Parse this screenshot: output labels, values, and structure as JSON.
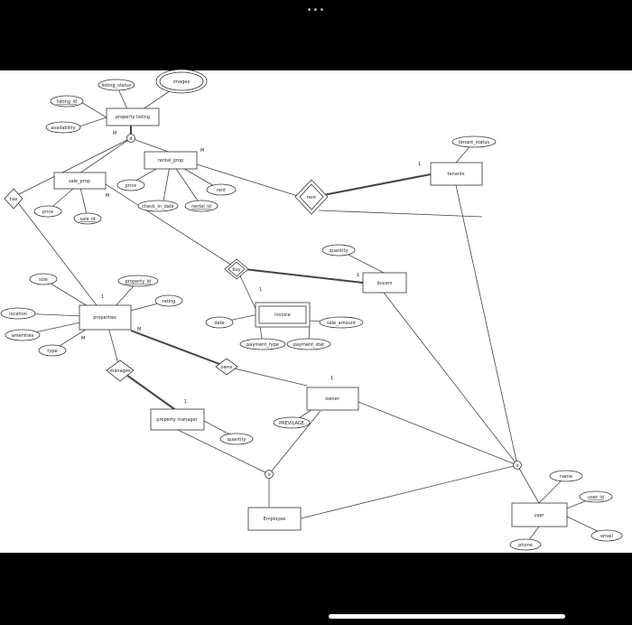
{
  "header": {
    "dots": "•••"
  },
  "entities": {
    "property_listing": "property listing",
    "rental_prop": "rental_prop",
    "sale_prop": "sale_prop",
    "tenants": "tenants",
    "buyers": "buyers",
    "properties": "properties",
    "invoice": "invoice",
    "owner": "owner",
    "property_manager": "property manager",
    "employee": "Employee",
    "user": "user"
  },
  "relationships": {
    "has": "has",
    "rent": "rent",
    "buy": "buy",
    "manages": "manages",
    "owns": "owns"
  },
  "attributes": {
    "listing_status": "listing_status",
    "images": "images",
    "listing_id": "listing_id",
    "availability": "availability",
    "tenant_status": "tenant_status",
    "sale_price": "price",
    "sale_id": "sale_id",
    "rental_price": "price",
    "check_in_date": "check_in_date",
    "rental_id": "rental_id",
    "rent_attr": "rent",
    "quantity_buy": "quantity",
    "size": "size",
    "property_id": "property_id",
    "rating": "rating",
    "location": "location",
    "amenities": "amenities",
    "type": "type",
    "date": "date",
    "sale_amount": "sale_amount",
    "payment_type": "payment_type",
    "payment_stat": "payment_stat",
    "previlage": "PREVILAGE",
    "quantity_pm": "quantity",
    "name": "name",
    "user_id": "user_id",
    "email": "email",
    "phone": "phone"
  },
  "specialization": {
    "d": "d",
    "o1": "o",
    "o2": "o"
  },
  "cardinalities": {
    "pl_m": "M",
    "rental_m": "M",
    "sale_m": "M",
    "tenants_1": "1",
    "buyers_1": "1",
    "props_1": "1",
    "props_m1": "M",
    "props_m2": "M",
    "invoice_1": "1",
    "owner_1": "1",
    "pm_1": "1"
  }
}
